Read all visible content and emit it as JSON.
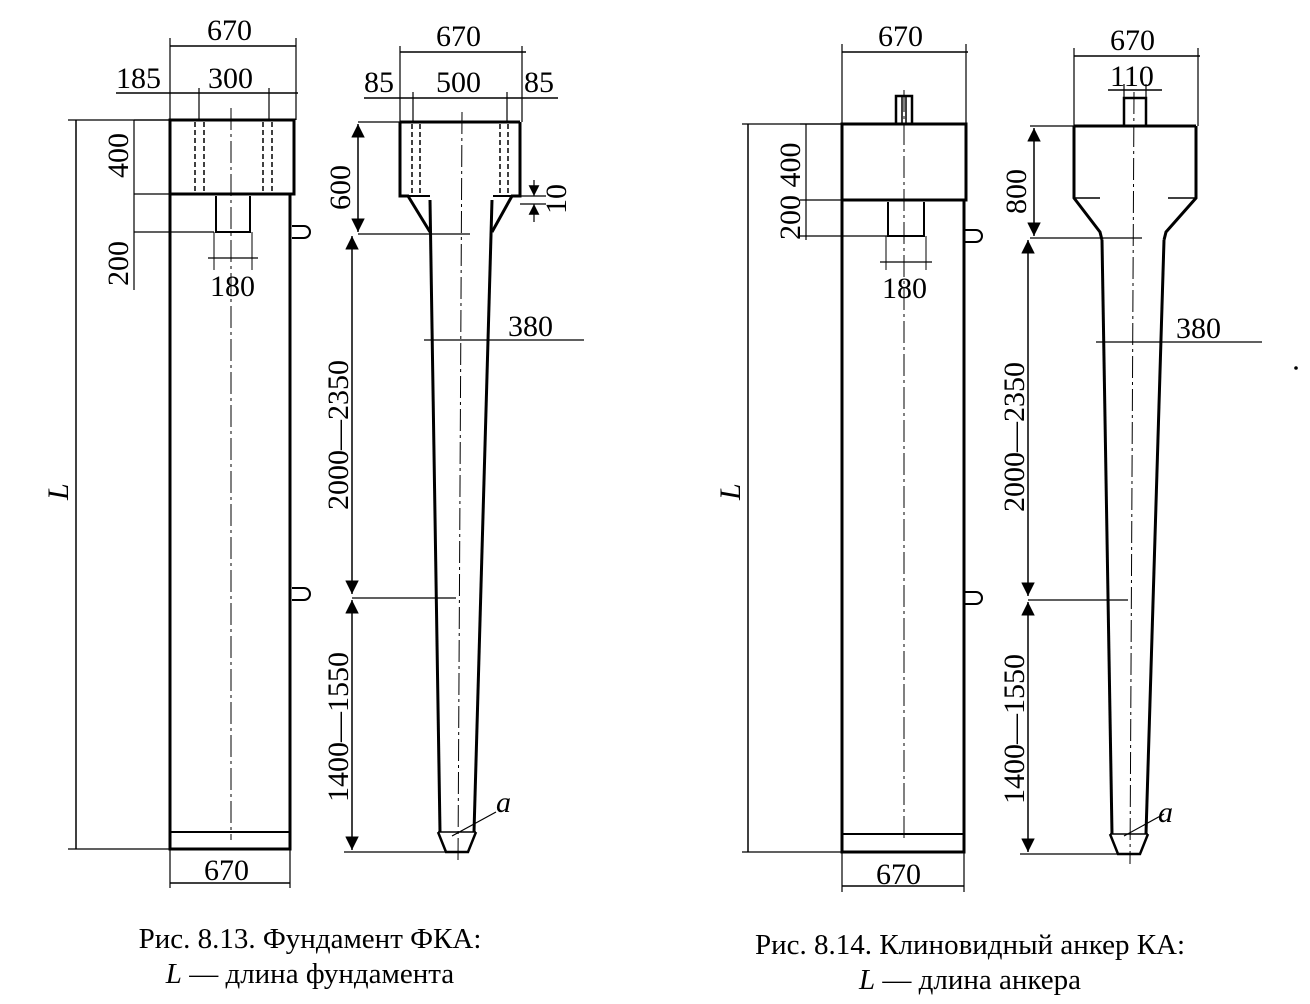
{
  "figures": [
    {
      "labels": {
        "top_width": "670",
        "left_offset": "185",
        "inner_width": "300",
        "cap_height": "400",
        "socket_depth": "200",
        "socket_width": "180",
        "length_symbol": "L",
        "bottom_width": "670",
        "side_top_width": "670",
        "side_offset_left": "85",
        "side_inner_width": "500",
        "side_offset_right": "85",
        "side_head_height": "600",
        "side_chamfer": "10",
        "side_stem_width": "380",
        "side_mid_range": "2000—2350",
        "side_low_range": "1400—1550",
        "tip_mark": "a"
      },
      "caption": {
        "line1": "Рис. 8.13. Фундамент ФКА:",
        "line2_sym": "L",
        "line2_rest": " — длина фундамента"
      }
    },
    {
      "labels": {
        "top_width": "670",
        "cap_height_upper": "200 400",
        "cap_height_lower": "200",
        "socket_width": "180",
        "length_symbol": "L",
        "bottom_width": "670",
        "side_top_width": "670",
        "side_pin_width": "110",
        "side_head_height": "800",
        "side_stem_width": "380",
        "side_mid_range": "2000—2350",
        "side_low_range": "1400—1550",
        "tip_mark": "a"
      },
      "caption": {
        "line1": "Рис. 8.14. Клиновидный анкер КА:",
        "line2_sym": "L",
        "line2_rest": " — длина анкера"
      }
    }
  ]
}
